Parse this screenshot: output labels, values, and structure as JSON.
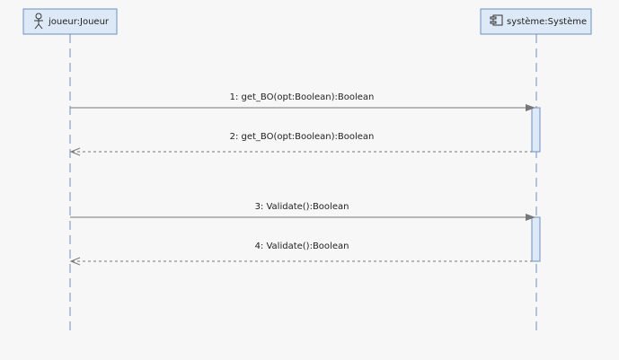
{
  "diagram": {
    "lifelines": [
      {
        "label": "joueur:Joueur",
        "kind": "actor"
      },
      {
        "label": "système:Système",
        "kind": "component"
      }
    ],
    "messages": [
      {
        "label": "1: get_BO(opt:Boolean):Boolean",
        "kind": "call"
      },
      {
        "label": "2: get_BO(opt:Boolean):Boolean",
        "kind": "return"
      },
      {
        "label": "3: Validate():Boolean",
        "kind": "call"
      },
      {
        "label": "4: Validate():Boolean",
        "kind": "return"
      }
    ],
    "colors": {
      "background": "#f7f7f7",
      "box_fill": "#dde9f7",
      "box_stroke": "#6d8fbe",
      "lifeline": "#6d8fbe",
      "arrow": "#777777",
      "text": "#222222"
    }
  }
}
